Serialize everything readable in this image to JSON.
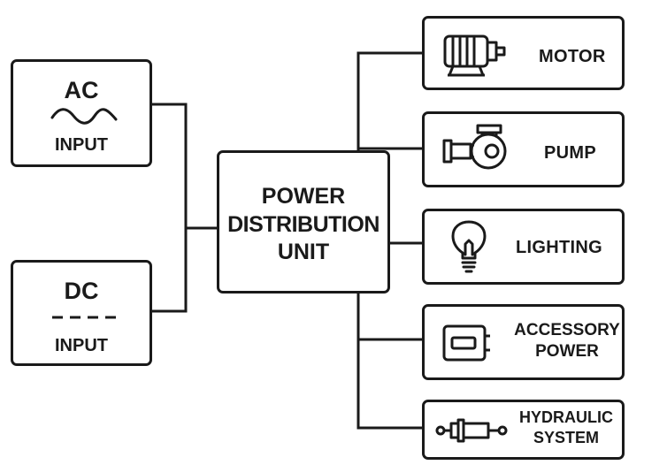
{
  "inputs": {
    "ac": {
      "title": "AC",
      "label": "INPUT"
    },
    "dc": {
      "title": "DC",
      "label": "INPUT"
    }
  },
  "pdu": {
    "line1": "POWER",
    "line2": "DISTRIBUTION",
    "line3": "UNIT"
  },
  "outputs": {
    "motor": {
      "label": "MOTOR",
      "icon": "motor-icon"
    },
    "pump": {
      "label": "PUMP",
      "icon": "pump-icon"
    },
    "lighting": {
      "label": "LIGHTING",
      "icon": "light-bulb-icon"
    },
    "accessory": {
      "line1": "ACCESSORY",
      "line2": "POWER",
      "icon": "accessory-socket-icon"
    },
    "hydraulic": {
      "line1": "HYDRAULIC",
      "line2": "SYSTEM",
      "icon": "hydraulic-cylinder-icon"
    }
  },
  "colors": {
    "stroke": "#1a1a1a",
    "background": "#ffffff"
  }
}
